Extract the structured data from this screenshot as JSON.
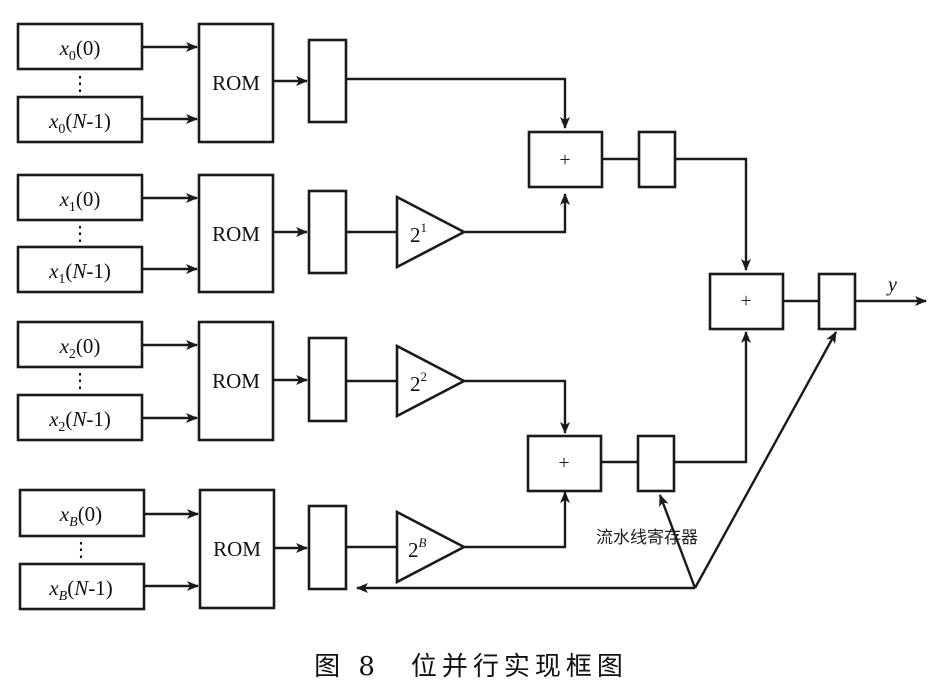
{
  "diagram": {
    "caption": "图 8　位并行实现框图",
    "rows": [
      {
        "input_first": {
          "var": "x",
          "sub": "0",
          "arg": "(0)"
        },
        "input_last": {
          "var": "x",
          "sub": "0",
          "arg_open": "(",
          "arg_N": "N",
          "arg_close": "-1)"
        },
        "rom_label": "ROM",
        "gain": null
      },
      {
        "input_first": {
          "var": "x",
          "sub": "1",
          "arg": "(0)"
        },
        "input_last": {
          "var": "x",
          "sub": "1",
          "arg_open": "(",
          "arg_N": "N",
          "arg_close": "-1)"
        },
        "rom_label": "ROM",
        "gain": {
          "base": "2",
          "exp": "1"
        }
      },
      {
        "input_first": {
          "var": "x",
          "sub": "2",
          "arg": "(0)"
        },
        "input_last": {
          "var": "x",
          "sub": "2",
          "arg_open": "(",
          "arg_N": "N",
          "arg_close": "-1)"
        },
        "rom_label": "ROM",
        "gain": {
          "base": "2",
          "exp": "2"
        }
      },
      {
        "input_first": {
          "var": "x",
          "sub": "B",
          "arg": "(0)"
        },
        "input_last": {
          "var": "x",
          "sub": "B",
          "arg_open": "(",
          "arg_N": "N",
          "arg_close": "-1)"
        },
        "rom_label": "ROM",
        "gain": {
          "base": "2",
          "exp": "B"
        }
      }
    ],
    "ellipsis": "⋮",
    "adder_symbol": "+",
    "output_label": "y",
    "pipeline_register_label": "流水线寄存器"
  }
}
